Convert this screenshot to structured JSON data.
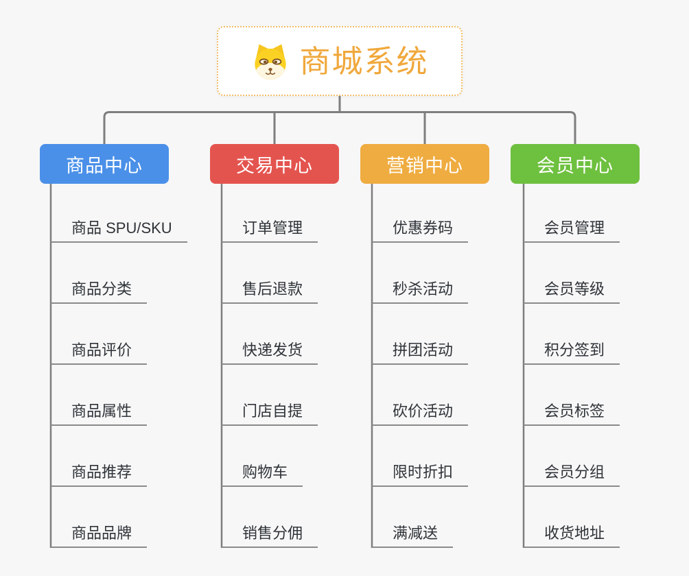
{
  "root": {
    "label": "商城系统",
    "icon": "shiba-dog-icon",
    "text_color": "#f0a83c",
    "border_color": "#f2bc66"
  },
  "branches": [
    {
      "label": "商品中心",
      "color": "#4a90e8",
      "items": [
        "商品 SPU/SKU",
        "商品分类",
        "商品评价",
        "商品属性",
        "商品推荐",
        "商品品牌"
      ]
    },
    {
      "label": "交易中心",
      "color": "#e4544f",
      "items": [
        "订单管理",
        "售后退款",
        "快递发货",
        "门店自提",
        "购物车",
        "销售分佣"
      ]
    },
    {
      "label": "营销中心",
      "color": "#efac41",
      "items": [
        "优惠券码",
        "秒杀活动",
        "拼团活动",
        "砍价活动",
        "限时折扣",
        "满减送"
      ]
    },
    {
      "label": "会员中心",
      "color": "#6ec03f",
      "items": [
        "会员管理",
        "会员等级",
        "积分签到",
        "会员标签",
        "会员分组",
        "收货地址"
      ]
    }
  ],
  "colors": {
    "background": "#f7f7f7",
    "connector_line": "#7e7e7e",
    "leaf_underline": "#8a8a8a",
    "leaf_text": "#2f3338",
    "node_text": "#ffffff"
  }
}
